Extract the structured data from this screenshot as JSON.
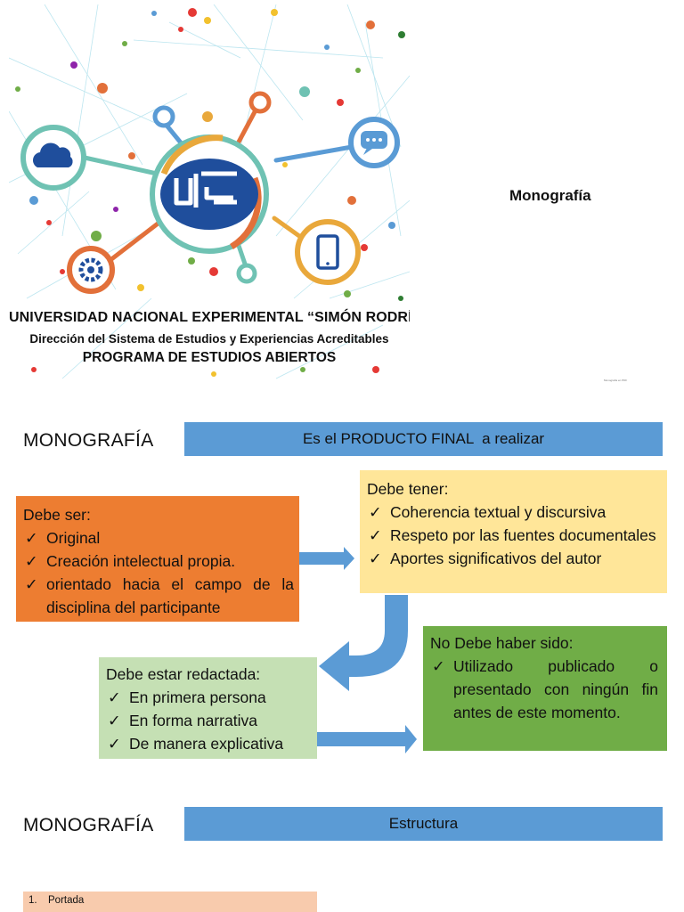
{
  "slide1": {
    "title": "Monografía",
    "university_line1": "UNIVERSIDAD NACIONAL EXPERIMENTAL “SIMÓN RODRÍGUEZ”",
    "university_line2": "Dirección del Sistema de Estudios y Experiencias Acreditables",
    "university_line3": "PROGRAMA DE ESTUDIOS ABIERTOS",
    "footnote": "Monografía en PDF",
    "icons": [
      "cloud-icon",
      "chat-bubble-icon",
      "gear-icon",
      "smartphone-icon",
      "university-logo"
    ],
    "colors": {
      "teal": "#6fc2b3",
      "blue": "#5a9bd5",
      "orange": "#e2703a",
      "gold": "#e9a83b",
      "navy": "#1f4e9c"
    }
  },
  "slide2": {
    "title": "MONOGRAFÍA",
    "bar_text": "Es el PRODUCTO FINAL  a realizar",
    "debe_ser": {
      "header": "Debe ser:",
      "items": [
        "Original",
        "Creación intelectual propia.",
        "orientado hacia el campo de la disciplina del participante"
      ]
    },
    "debe_tener": {
      "header": "Debe tener:",
      "items": [
        "Coherencia textual y discursiva",
        "Respeto por las fuentes documentales",
        "Aportes significativos del autor"
      ]
    },
    "redactada": {
      "header": "Debe estar redactada:",
      "items": [
        "En primera persona",
        "En forma narrativa",
        "De manera explicativa"
      ]
    },
    "no_debe": {
      "header": "No Debe haber sido:",
      "items": [
        "Utilizado publicado o presentado con ningún fin antes de este momento."
      ]
    },
    "check_glyph": "✓",
    "colors": {
      "bar": "#5b9bd5",
      "orange": "#ed7d31",
      "yellow": "#ffe699",
      "lightgreen": "#c5e0b4",
      "green": "#70ad47",
      "arrow": "#5b9bd5"
    }
  },
  "slide3": {
    "title": "MONOGRAFÍA",
    "bar_text": "Estructura",
    "list": [
      {
        "num": "1.",
        "label": "Portada"
      }
    ],
    "colors": {
      "bar": "#5b9bd5",
      "item": "#f8cbad"
    }
  }
}
